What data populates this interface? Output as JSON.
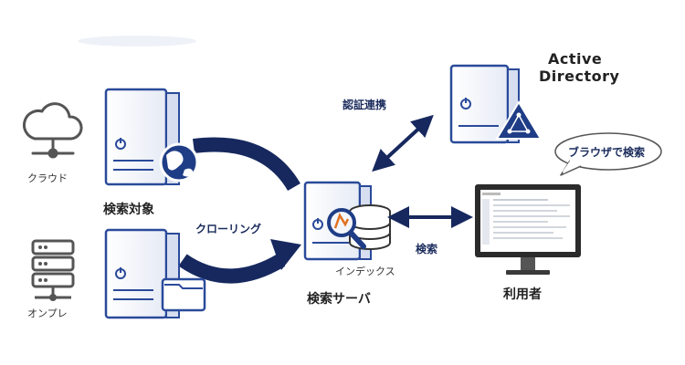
{
  "labels": {
    "cloud": "クラウド",
    "onprem": "オンプレ",
    "search_target": "検索対象",
    "crawling": "クローリング",
    "index": "インデックス",
    "search_server": "検索サーバ",
    "auth_link": "認証連携",
    "active_directory_line1": "Active",
    "active_directory_line2": "Directory",
    "search": "検索",
    "user": "利用者",
    "browser_search": "ブラウザで検索"
  },
  "colors": {
    "navy": "#16285e",
    "server_outline": "#2a4a9a",
    "icon_gray": "#555555",
    "bubble_fill": "#ffffff"
  }
}
